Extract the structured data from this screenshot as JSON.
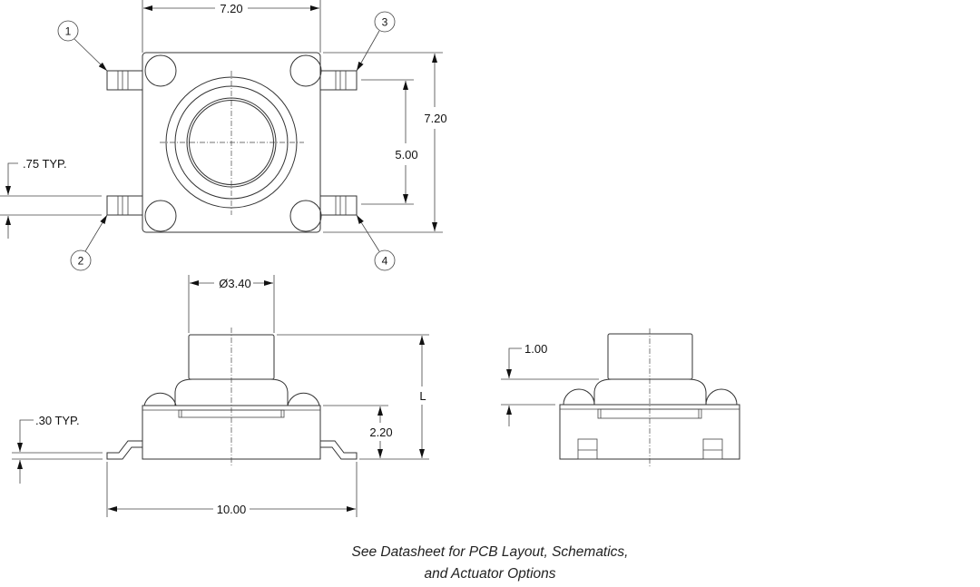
{
  "top_view": {
    "width_dim": "7.20",
    "height_dim": "7.20",
    "pin_pitch_dim": "5.00",
    "pin_width_dim": ".75 TYP.",
    "pin_labels": [
      "1",
      "2",
      "3",
      "4"
    ]
  },
  "side_view": {
    "actuator_diameter_dim": "Ø3.40",
    "height_dim": "L",
    "body_height_dim": "2.20",
    "overall_length_dim": "10.00",
    "lead_thickness_dim": ".30 TYP."
  },
  "end_view": {
    "actuator_step_dim": "1.00"
  },
  "caption": {
    "line1": "See Datasheet for PCB Layout, Schematics,",
    "line2": "and Actuator Options"
  }
}
